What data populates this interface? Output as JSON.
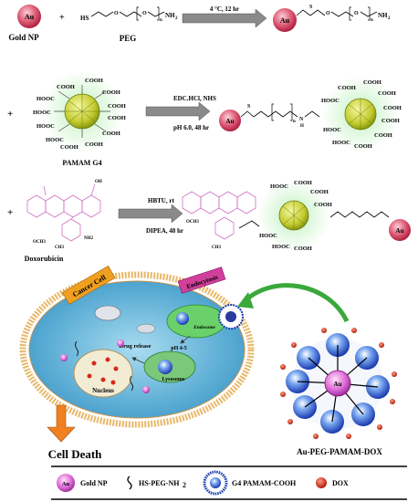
{
  "row1": {
    "gold_np_label": "Gold NP",
    "au": "Au",
    "plus": "+",
    "thiol": "HS",
    "amine": "NH",
    "amine_sub": "2",
    "repeat_n": "n",
    "oxygen": "O",
    "peg_label": "PEG",
    "condition": "4 °C, 12 hr"
  },
  "row2": {
    "plus": "+",
    "cooh": "COOH",
    "hooc": "HOOC",
    "pamam_label": "PAMAM G4",
    "condition_top": "EDC.HCl, NHS",
    "condition_bottom": "pH 6.0, 48 hr",
    "nh": "H",
    "n": "N"
  },
  "row3": {
    "plus": "+",
    "dox_label": "Doxorubicin",
    "condition_top": "HBTU, rt",
    "condition_bottom": "DIPEA, 48 hr",
    "oh": "OH",
    "och3": "OCH3",
    "nh2": "NH2",
    "ch3": "CH3"
  },
  "cell": {
    "cancer_cell": "Cancer Cell",
    "endocytosis": "Endocytosis",
    "drug_release": "Drug release",
    "ph": "pH 4-5",
    "nucleus": "Nucleus",
    "lysosome": "Lysosome",
    "endosome": "Endosome",
    "cell_death": "Cell Death",
    "complex_label": "Au-PEG-PAMAM-DOX"
  },
  "legend": {
    "gold_np": "Gold NP",
    "hs_peg": "HS-PEG-NH",
    "hs_peg_sub": "2",
    "pamam": "G4 PAMAM-COOH",
    "dox": "DOX"
  },
  "colors": {
    "gold_np": "#d63a5a",
    "gold_np_light": "#f4a8b8",
    "pamam_core": "#c9d43a",
    "cooh_glow": "#9fe29f",
    "arrow_gray": "#888888",
    "dox_pink": "#d070c0",
    "cell_membrane": "#e8b86a",
    "cytoplasm": "#5ab0d8",
    "nucleus": "#f2ead0",
    "dendrimer_blue": "#3a6fd8",
    "dox_red": "#d42a1a",
    "cancer_tag": "#f0a020",
    "endocytosis_tag": "#d0409a",
    "death_arrow": "#f08020",
    "green_arrow": "#3aa83a"
  }
}
